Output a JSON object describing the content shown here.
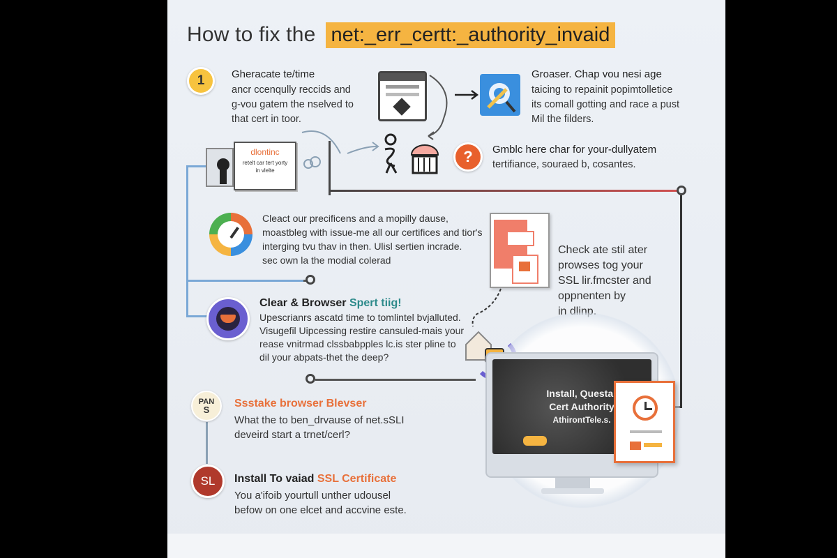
{
  "title": {
    "prefix": "How to fix the",
    "highlight": "net:_err_certt:_authority_invaid"
  },
  "steps": [
    {
      "badge": "1",
      "title": "Gheracate te/time",
      "lines": [
        "ancr ccenqully reccids and",
        "g-vou gatem the nselved to",
        "that cert in toor."
      ]
    },
    {
      "title": "Groaser. Chap vou nesi age",
      "lines": [
        "taicing to repainit popimtolletice",
        "its comall gotting and race a pust",
        "Mil the filders."
      ]
    },
    {
      "badge": "?",
      "title": "Gmblc here char for your-dullyatem",
      "lines": [
        "tertifiance, souraed b, cosantes."
      ]
    },
    {
      "lines": [
        "Cleact our precificens and a mopilly dause,",
        "moastbleg with issue-me all our certifices and tior's",
        "interging tvu thav in then. Ulisl sertien incrade.",
        "sec own la the modial colerad"
      ]
    },
    {
      "lines": [
        "Check ate stil ater",
        "prowses tog your",
        "SSL lir.fmcster and",
        "oppnenten by",
        "in dlinp."
      ]
    },
    {
      "title_plain": "Clear & Browser ",
      "title_accent": "Spert tiig!",
      "lines": [
        "Upescrianrs ascatd time to tomlintel bvjalluted.",
        "Visugefil Uipcessing restire cansuled-mais your",
        "rease vnitrmad clssbabpples lc.is ster pline  to",
        "dil your abpats-thet the deep?"
      ]
    },
    {
      "badge_top": "PAN",
      "badge_bottom": "S",
      "title": "Ssstake browser Blevser",
      "lines": [
        "What the to ben_drvause of net.sSLI",
        "deveird start a trnet/cerl?"
      ]
    },
    {
      "badge": "SL",
      "title_plain": "Install To vaiad ",
      "title_accent": "SSL Certificate",
      "lines": [
        "You a'ifoib yourtull unther udousel",
        "befow on one elcet and accvine este."
      ]
    }
  ],
  "doc_card": {
    "heading": "dlontinc",
    "line1": "retelt car tert yorty",
    "line2": "in vlelte"
  },
  "monitor": {
    "line1": "Install, Questar",
    "line2": "Cert Authority",
    "line3": "AthirontTele.s."
  },
  "colors": {
    "highlight": "#f5b441",
    "orange": "#e8703a",
    "teal": "#2c8a8a",
    "connector": "#7aa8d6",
    "dark_connector": "#444444",
    "red_connector": "#d05050"
  }
}
